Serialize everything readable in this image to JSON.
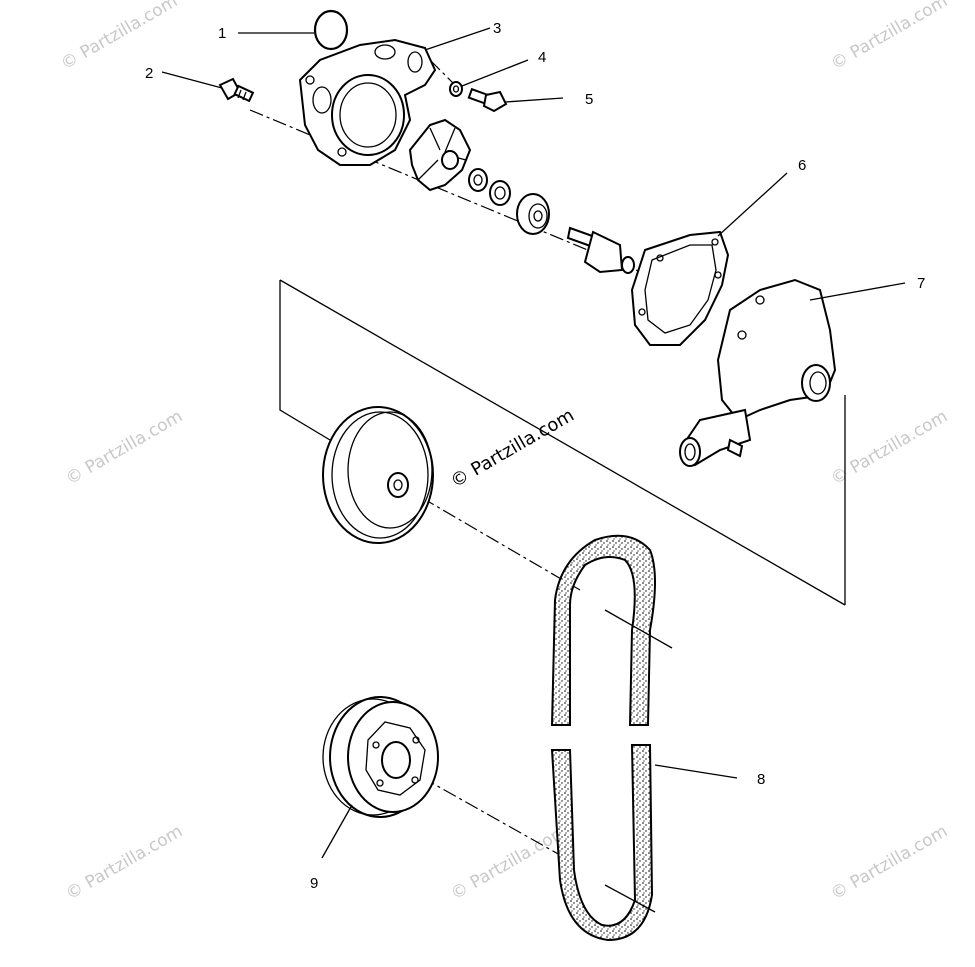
{
  "watermarks": {
    "corner": "© Partzilla.com",
    "center": "© Partzilla.com"
  },
  "callouts": [
    "1",
    "2",
    "3",
    "4",
    "5",
    "6",
    "7",
    "8",
    "9"
  ],
  "colors": {
    "ink": "#000000",
    "watermark": "#c8c8c8",
    "belt_fill": "#d9d9d9"
  }
}
